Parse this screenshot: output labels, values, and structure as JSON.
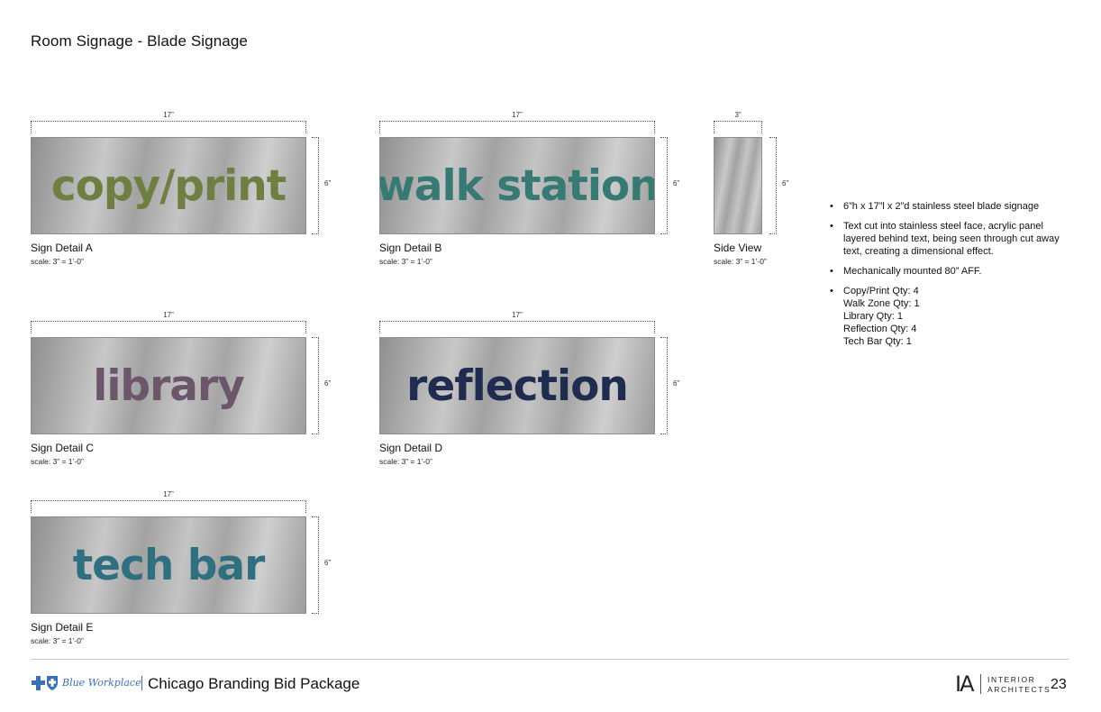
{
  "page_title": "Room Signage - Blade Signage",
  "signs": [
    {
      "text": "copy/print",
      "color": "#6f7f43",
      "width_dim": "17”",
      "height_dim": "6”",
      "label": "Sign Detail A",
      "scale": "scale: 3” = 1’-0”"
    },
    {
      "text": "walk station",
      "color": "#377a73",
      "width_dim": "17”",
      "height_dim": "6”",
      "label": "Sign Detail B",
      "scale": "scale: 3” = 1’-0”"
    },
    {
      "text": "library",
      "color": "#6b566a",
      "width_dim": "17”",
      "height_dim": "6”",
      "label": "Sign Detail C",
      "scale": "scale: 3” = 1’-0”"
    },
    {
      "text": "reflection",
      "color": "#1f2b4f",
      "width_dim": "17”",
      "height_dim": "6”",
      "label": "Sign Detail D",
      "scale": "scale: 3” = 1’-0”"
    },
    {
      "text": "tech bar",
      "color": "#2f6f80",
      "width_dim": "17”",
      "height_dim": "6”",
      "label": "Sign Detail E",
      "scale": "scale: 3” = 1’-0”"
    }
  ],
  "side_view": {
    "width_dim": "3”",
    "height_dim": "6”",
    "label": "Side View",
    "scale": "scale: 3” = 1’-0”"
  },
  "notes": {
    "bullet": "•",
    "items": [
      "6”h x 17”l x 2”d stainless steel blade signage",
      "Text cut into stainless steel face, acrylic panel layered behind text, being seen through cut away text, creating a dimensional effect.",
      "Mechanically mounted 80” AFF."
    ],
    "quantities": [
      "Copy/Print Qty: 4",
      "Walk Zone Qty: 1",
      "Library Qty: 1",
      "Reflection Qty: 4",
      "Tech Bar Qty: 1"
    ]
  },
  "footer": {
    "brand_script": "Blue Workplace",
    "title": "Chicago Branding Bid Package",
    "firm_mark": "IA",
    "firm_line1": "INTERIOR",
    "firm_line2": "ARCHITECTS",
    "page_number": "23"
  },
  "colors": {
    "brand_blue": "#3a6fb3",
    "steel": "#b4b4b4"
  }
}
